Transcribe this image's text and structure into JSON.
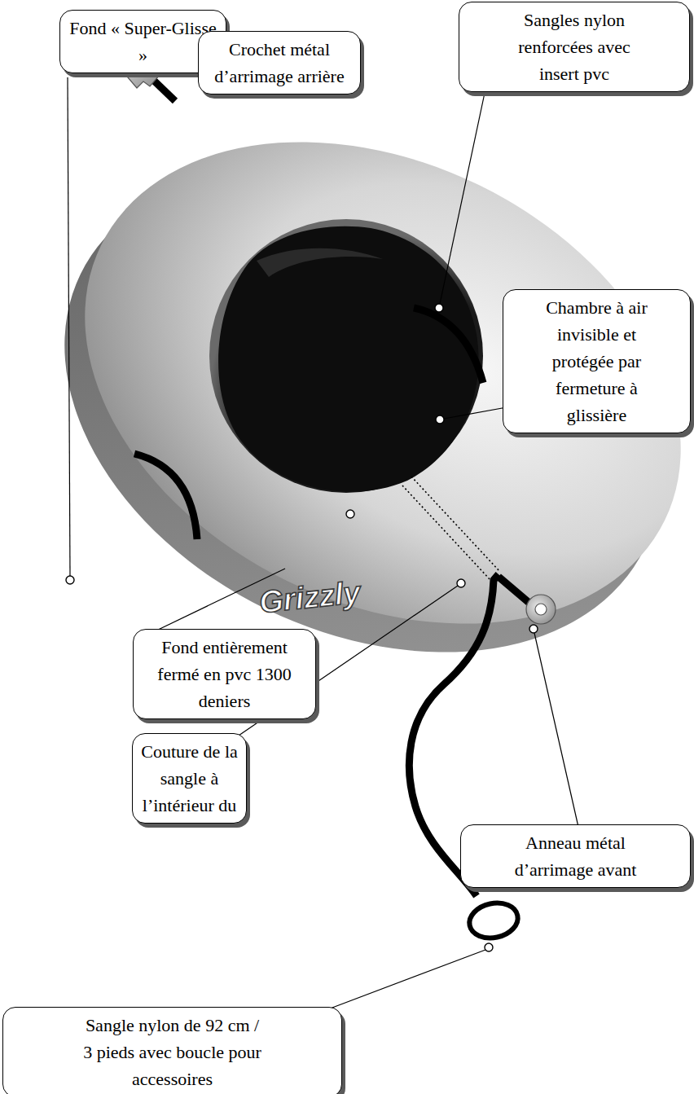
{
  "diagram": {
    "nodes": [
      {
        "text": [
          "Fond « Super-Glisse »"
        ]
      },
      {
        "text": [
          "Crochet métal d’arrimage arrière"
        ]
      },
      {
        "text": [
          "Sangles nylon renforcées avec insert pvc"
        ]
      },
      {
        "text": [
          "Chambre à air invisible et protégée par fermeture à glissière"
        ]
      },
      {
        "text": [
          "Fond entièrement fermé en pvc 1300 deniers"
        ]
      },
      {
        "text": [
          "Couture de la sangle à l’intérieur du"
        ]
      },
      {
        "text": [
          "Anneau métal d’arrimage avant"
        ]
      },
      {
        "text": [
          "Sangle nylon de 92 cm / 3 pieds avec boucle pour accessoires"
        ]
      }
    ],
    "labels": [
      "Grizzly"
    ]
  }
}
